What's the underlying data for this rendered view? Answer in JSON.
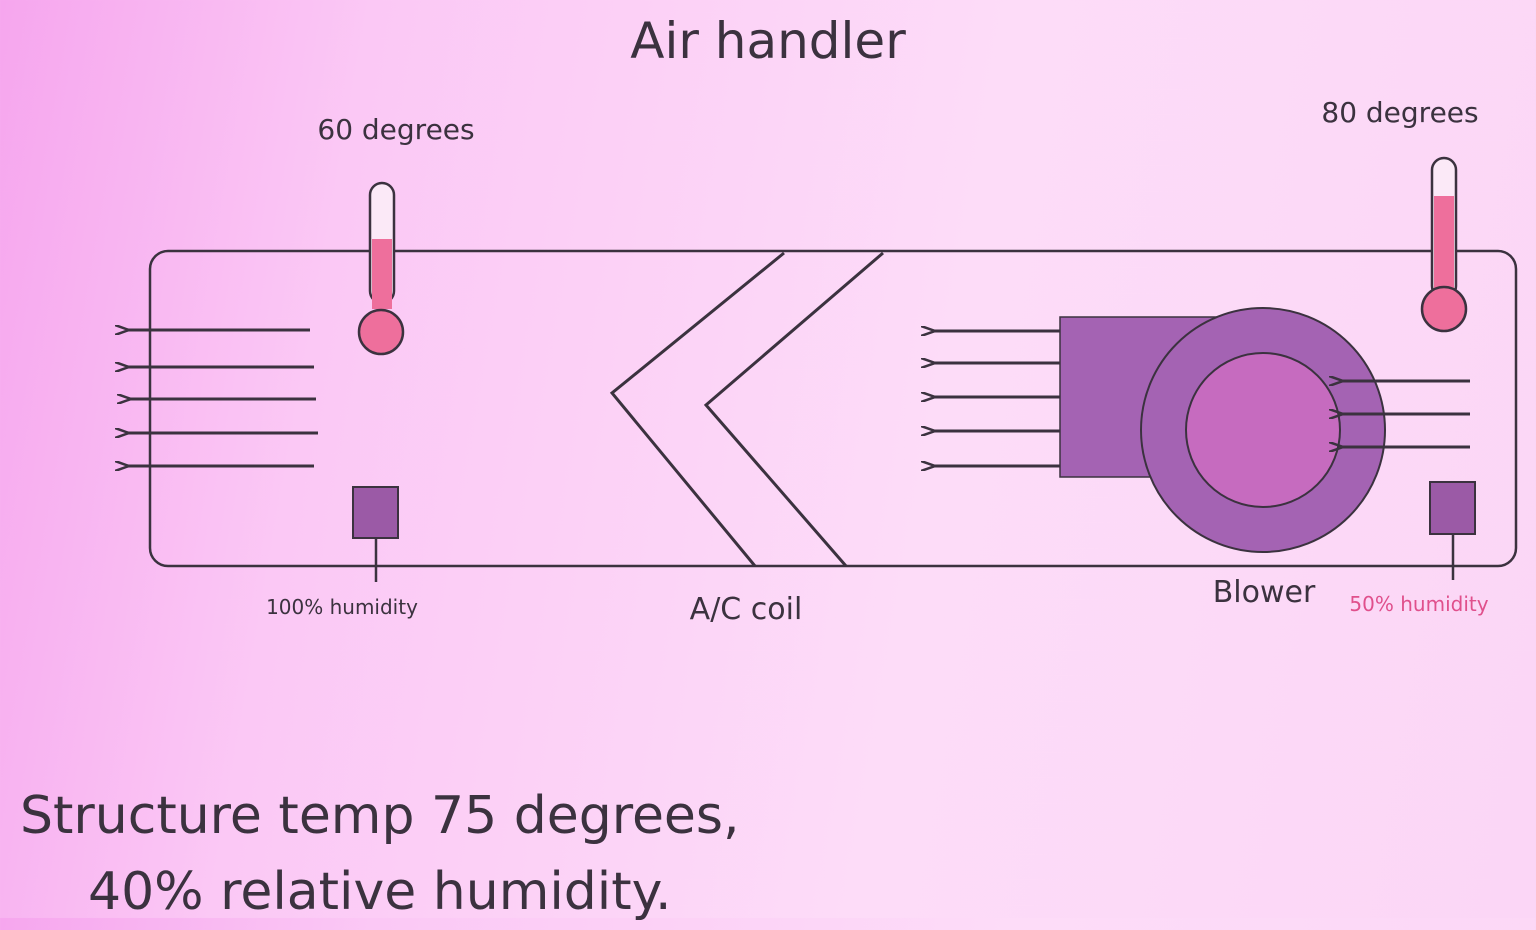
{
  "title": "Air handler",
  "left_thermometer": {
    "label": "60 degrees",
    "icon": "thermometer-icon"
  },
  "right_thermometer": {
    "label": "80 degrees",
    "icon": "thermometer-icon"
  },
  "labels": {
    "left_humidity": "100% humidity",
    "coil": "A/C coil",
    "blower": "Blower",
    "right_humidity": "50% humidity"
  },
  "caption": {
    "line1": "Structure temp 75 degrees,",
    "line2": "40% relative humidity."
  },
  "colors": {
    "thermometer_fill": "#ee6f9c",
    "humidity_sensor": "#9b5aa6",
    "blower_body": "#a463b3",
    "blower_inner": "#c66bbf",
    "outline": "#3b323f",
    "right_humidity_text": "#e0508c"
  }
}
